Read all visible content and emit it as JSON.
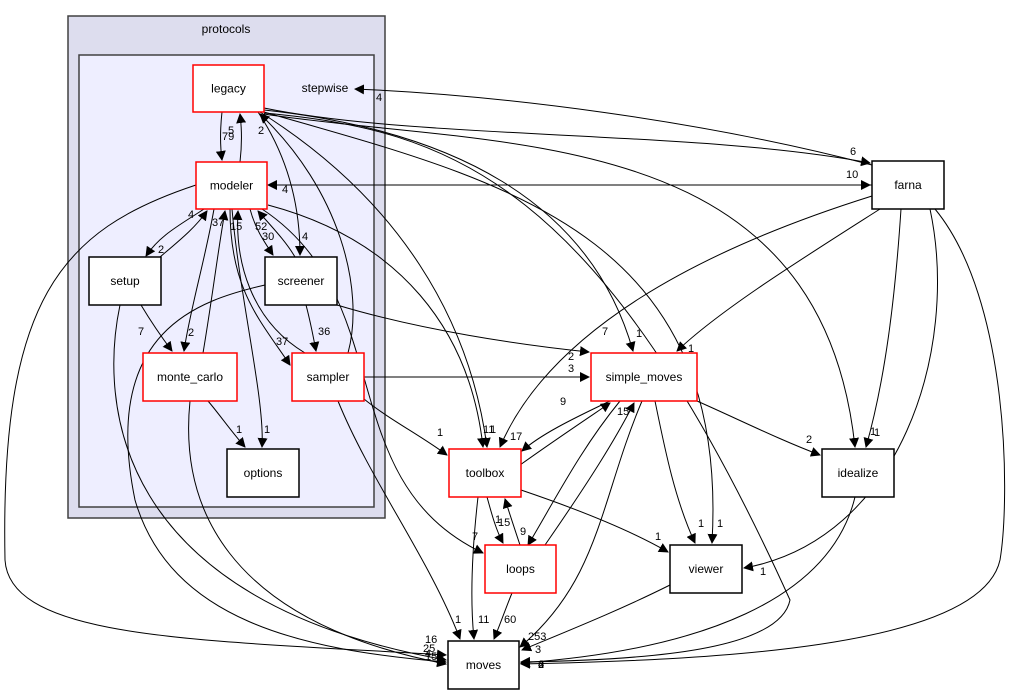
{
  "diagram": {
    "cluster_outer": {
      "label": "protocols"
    },
    "colors": {
      "package_border": "#ff0000",
      "leaf_border": "#000000",
      "outer_fill": "#ddddee",
      "inner_fill": "#eeeeff"
    },
    "nodes": [
      {
        "id": "legacy",
        "label": "legacy",
        "kind": "package"
      },
      {
        "id": "stepwise",
        "label": "stepwise",
        "kind": "cluster-label"
      },
      {
        "id": "modeler",
        "label": "modeler",
        "kind": "package"
      },
      {
        "id": "setup",
        "label": "setup",
        "kind": "leaf"
      },
      {
        "id": "screener",
        "label": "screener",
        "kind": "leaf"
      },
      {
        "id": "monte_carlo",
        "label": "monte_carlo",
        "kind": "package"
      },
      {
        "id": "sampler",
        "label": "sampler",
        "kind": "package"
      },
      {
        "id": "options",
        "label": "options",
        "kind": "leaf"
      },
      {
        "id": "farna",
        "label": "farna",
        "kind": "leaf"
      },
      {
        "id": "simple_moves",
        "label": "simple_moves",
        "kind": "package"
      },
      {
        "id": "toolbox",
        "label": "toolbox",
        "kind": "package"
      },
      {
        "id": "idealize",
        "label": "idealize",
        "kind": "leaf"
      },
      {
        "id": "loops",
        "label": "loops",
        "kind": "package"
      },
      {
        "id": "viewer",
        "label": "viewer",
        "kind": "leaf"
      },
      {
        "id": "moves",
        "label": "moves",
        "kind": "leaf"
      }
    ],
    "edges": [
      {
        "from": "legacy",
        "to": "modeler",
        "label": "79"
      },
      {
        "from": "modeler",
        "to": "legacy",
        "label": "5"
      },
      {
        "from": "sampler",
        "to": "legacy",
        "label": "2"
      },
      {
        "from": "farna",
        "to": "stepwise",
        "label": "4"
      },
      {
        "from": "farna",
        "to": "modeler",
        "label": "4"
      },
      {
        "from": "legacy",
        "to": "farna",
        "label": "6"
      },
      {
        "from": "modeler",
        "to": "farna",
        "label": "10"
      },
      {
        "from": "modeler",
        "to": "setup",
        "label": "2"
      },
      {
        "from": "setup",
        "to": "modeler",
        "label": "4"
      },
      {
        "from": "monte_carlo",
        "to": "modeler",
        "label": "37"
      },
      {
        "from": "modeler",
        "to": "monte_carlo",
        "label": "2"
      },
      {
        "from": "sampler",
        "to": "modeler",
        "label": "15"
      },
      {
        "from": "screener",
        "to": "modeler",
        "label": "52"
      },
      {
        "from": "modeler",
        "to": "screener",
        "label": "30"
      },
      {
        "from": "legacy",
        "to": "screener",
        "label": "4"
      },
      {
        "from": "setup",
        "to": "monte_carlo",
        "label": "7"
      },
      {
        "from": "modeler",
        "to": "sampler",
        "label": "37"
      },
      {
        "from": "screener",
        "to": "sampler",
        "label": "36"
      },
      {
        "from": "monte_carlo",
        "to": "options",
        "label": "1"
      },
      {
        "from": "modeler",
        "to": "options",
        "label": "1"
      },
      {
        "from": "screener",
        "to": "simple_moves",
        "label": "2"
      },
      {
        "from": "sampler",
        "to": "simple_moves",
        "label": "3"
      },
      {
        "from": "legacy",
        "to": "simple_moves",
        "label": "1"
      },
      {
        "from": "farna",
        "to": "simple_moves",
        "label": "1"
      },
      {
        "from": "farna",
        "to": "toolbox",
        "label": "7"
      },
      {
        "from": "sampler",
        "to": "toolbox",
        "label": "1"
      },
      {
        "from": "legacy",
        "to": "toolbox",
        "label": "1"
      },
      {
        "from": "modeler",
        "to": "toolbox",
        "label": "11"
      },
      {
        "from": "simple_moves",
        "to": "toolbox",
        "label": "17"
      },
      {
        "from": "toolbox",
        "to": "simple_moves",
        "label": "9"
      },
      {
        "from": "loops",
        "to": "simple_moves",
        "label": "15"
      },
      {
        "from": "simple_moves",
        "to": "loops",
        "label": "9"
      },
      {
        "from": "toolbox",
        "to": "loops",
        "label": "15"
      },
      {
        "from": "loops",
        "to": "toolbox",
        "label": "1"
      },
      {
        "from": "modeler",
        "to": "loops",
        "label": "7"
      },
      {
        "from": "simple_moves",
        "to": "idealize",
        "label": "2"
      },
      {
        "from": "farna",
        "to": "idealize",
        "label": "1"
      },
      {
        "from": "legacy",
        "to": "idealize",
        "label": "1"
      },
      {
        "from": "toolbox",
        "to": "viewer",
        "label": "1"
      },
      {
        "from": "simple_moves",
        "to": "viewer",
        "label": "1"
      },
      {
        "from": "legacy",
        "to": "viewer",
        "label": "1"
      },
      {
        "from": "farna",
        "to": "viewer",
        "label": "1"
      },
      {
        "from": "sampler",
        "to": "moves",
        "label": "1"
      },
      {
        "from": "toolbox",
        "to": "moves",
        "label": "11"
      },
      {
        "from": "loops",
        "to": "moves",
        "label": "60"
      },
      {
        "from": "simple_moves",
        "to": "moves",
        "label": "253"
      },
      {
        "from": "viewer",
        "to": "moves",
        "label": "3"
      },
      {
        "from": "modeler",
        "to": "moves",
        "label": "16"
      },
      {
        "from": "setup",
        "to": "moves",
        "label": "25"
      },
      {
        "from": "screener",
        "to": "moves",
        "label": "4"
      },
      {
        "from": "monte_carlo",
        "to": "moves",
        "label": "15"
      },
      {
        "from": "legacy",
        "to": "moves",
        "label": "6"
      },
      {
        "from": "idealize",
        "to": "moves",
        "label": "2"
      },
      {
        "from": "farna",
        "to": "moves",
        "label": "4"
      }
    ]
  }
}
